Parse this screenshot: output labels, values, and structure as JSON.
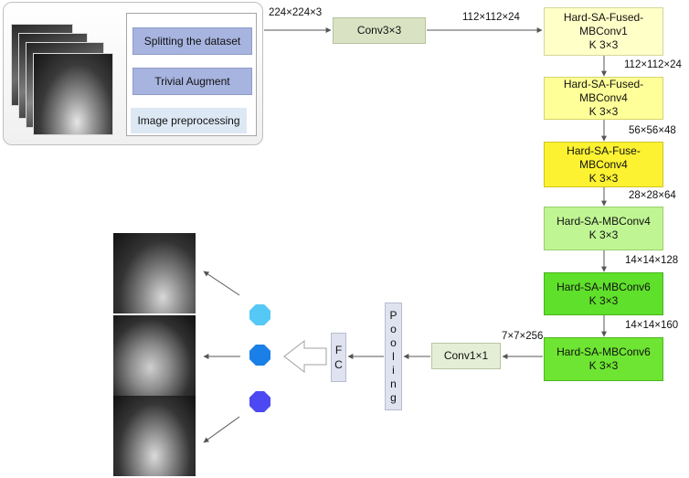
{
  "preprocessing": {
    "steps": [
      "Splitting the dataset",
      "Trivial Augment"
    ],
    "label": "Image preprocessing"
  },
  "input_dim": "224×224×3",
  "stem": {
    "label": "Conv3×3",
    "output_dim": "112×112×24"
  },
  "blocks": [
    {
      "lines": [
        "Hard-SA-Fused-",
        "MBConv1",
        "K 3×3"
      ],
      "color": "#ffffc8",
      "output_dim": "112×112×24"
    },
    {
      "lines": [
        "Hard-SA-Fused-",
        "MBConv4",
        "K 3×3"
      ],
      "color": "#ffff99",
      "output_dim": "56×56×48"
    },
    {
      "lines": [
        "Hard-SA-Fuse-",
        "MBConv4",
        "K 3×3"
      ],
      "color": "#fcf232",
      "output_dim": "28×28×64"
    },
    {
      "lines": [
        "Hard-SA-MBConv4",
        "K 3×3"
      ],
      "color": "#bff593",
      "output_dim": "14×14×128"
    },
    {
      "lines": [
        "Hard-SA-MBConv6",
        "K 3×3"
      ],
      "color": "#5fe02b",
      "output_dim": "14×14×160"
    },
    {
      "lines": [
        "Hard-SA-MBConv6",
        "K 3×3"
      ],
      "color": "#6ee532",
      "output_dim": "7×7×256"
    }
  ],
  "head": {
    "conv_label": "Conv1×1",
    "pooling_label": "Pooling",
    "fc_label": "FC"
  },
  "outputs": {
    "node_colors": [
      "#55c8f5",
      "#1a7fe6",
      "#4c49f2"
    ]
  },
  "colors": {
    "stem_fill": "#d9e3c4",
    "head_fill": "#e4edd6",
    "prep_button_fill": "#a7b4e0",
    "prep_label_fill": "#dde8f5",
    "vertical_box_fill": "#dfe2ef",
    "arrow": "#555555"
  }
}
